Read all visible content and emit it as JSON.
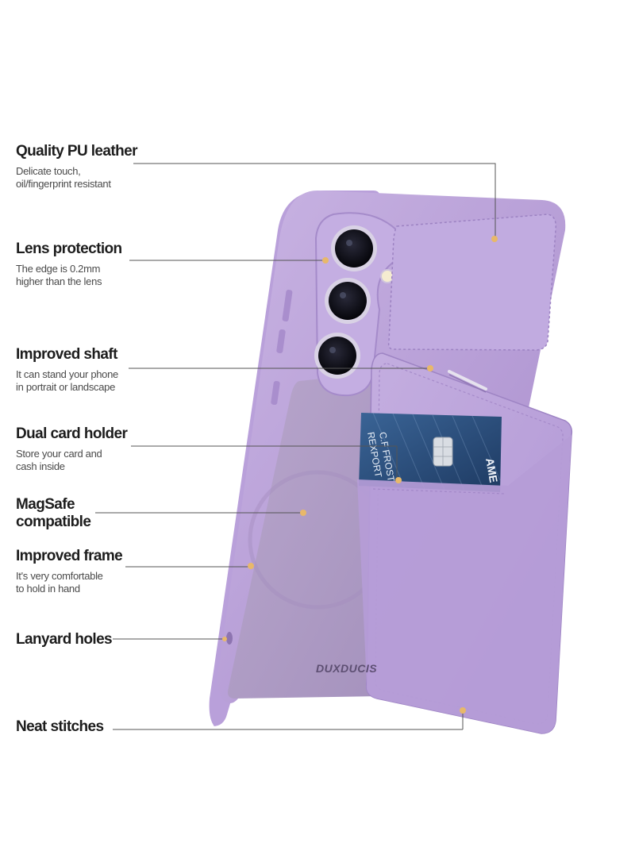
{
  "features": [
    {
      "id": "pu-leather",
      "title": "Quality PU leather",
      "desc": [
        "Delicate touch,",
        "oil/fingerprint resistant"
      ]
    },
    {
      "id": "lens-protection",
      "title": "Lens protection",
      "desc": [
        "The edge is 0.2mm",
        "higher than the lens"
      ]
    },
    {
      "id": "improved-shaft",
      "title": "Improved shaft",
      "desc": [
        "It can stand your phone",
        "in portrait or landscape"
      ]
    },
    {
      "id": "dual-card-holder",
      "title": "Dual card holder",
      "desc": [
        "Store your card and",
        "cash inside"
      ]
    },
    {
      "id": "magsafe",
      "title": [
        "MagSafe",
        "compatible"
      ],
      "desc": []
    },
    {
      "id": "improved-frame",
      "title": "Improved frame",
      "desc": [
        "It's very comfortable",
        "to hold in hand"
      ]
    },
    {
      "id": "lanyard-holes",
      "title": "Lanyard holes",
      "desc": []
    },
    {
      "id": "neat-stitches",
      "title": "Neat stitches",
      "desc": []
    }
  ],
  "card": {
    "line1": "C.F FROST",
    "line2": "REXPORT",
    "brand": "AME"
  },
  "brand_logo": "DUXDUCIS",
  "colors": {
    "case_purple": "#b79fd6",
    "case_purple_dark": "#9a80bf",
    "case_purple_light": "#cdb9e6",
    "card_blue": "#2d4e7a",
    "callout_dot": "#e8b86a",
    "callout_line": "#555555"
  }
}
